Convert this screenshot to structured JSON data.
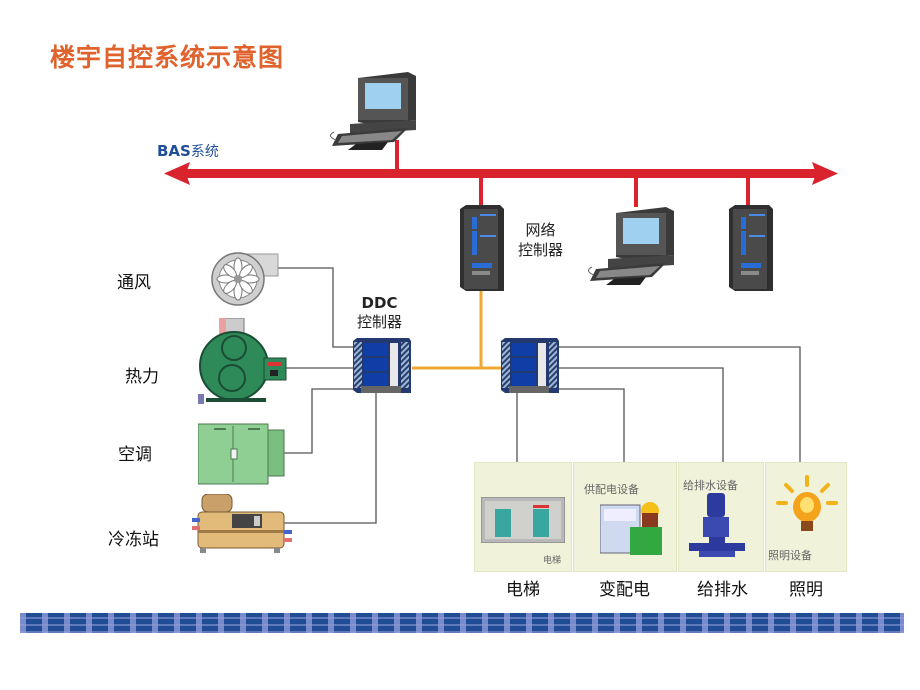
{
  "title": "楼宇自控系统示意图",
  "bus": {
    "label_en": "BAS",
    "label_cn": "系统",
    "color": "#d9232d"
  },
  "network_controller": {
    "line1": "网络",
    "line2": "控制器"
  },
  "ddc_controller": {
    "line1": "DDC",
    "line2": "控制器"
  },
  "left_devices": [
    {
      "label": "通风",
      "icon": "fan-icon"
    },
    {
      "label": "热力",
      "icon": "boiler-icon"
    },
    {
      "label": "空调",
      "icon": "air-handler-icon"
    },
    {
      "label": "冷冻站",
      "icon": "chiller-icon"
    }
  ],
  "bottom_devices": [
    {
      "label": "电梯",
      "caption": "电梯",
      "icon": "elevator-icon"
    },
    {
      "label": "变配电",
      "caption": "供配电设备",
      "icon": "power-distribution-icon"
    },
    {
      "label": "给排水",
      "caption": "给排水设备",
      "icon": "water-pump-icon"
    },
    {
      "label": "照明",
      "caption": "照明设备",
      "icon": "light-bulb-icon"
    }
  ],
  "colors": {
    "title": "#e0622c",
    "bus": "#d9232d",
    "field_bus": "#f0a830",
    "wire": "#555555",
    "band": "#204d96"
  }
}
